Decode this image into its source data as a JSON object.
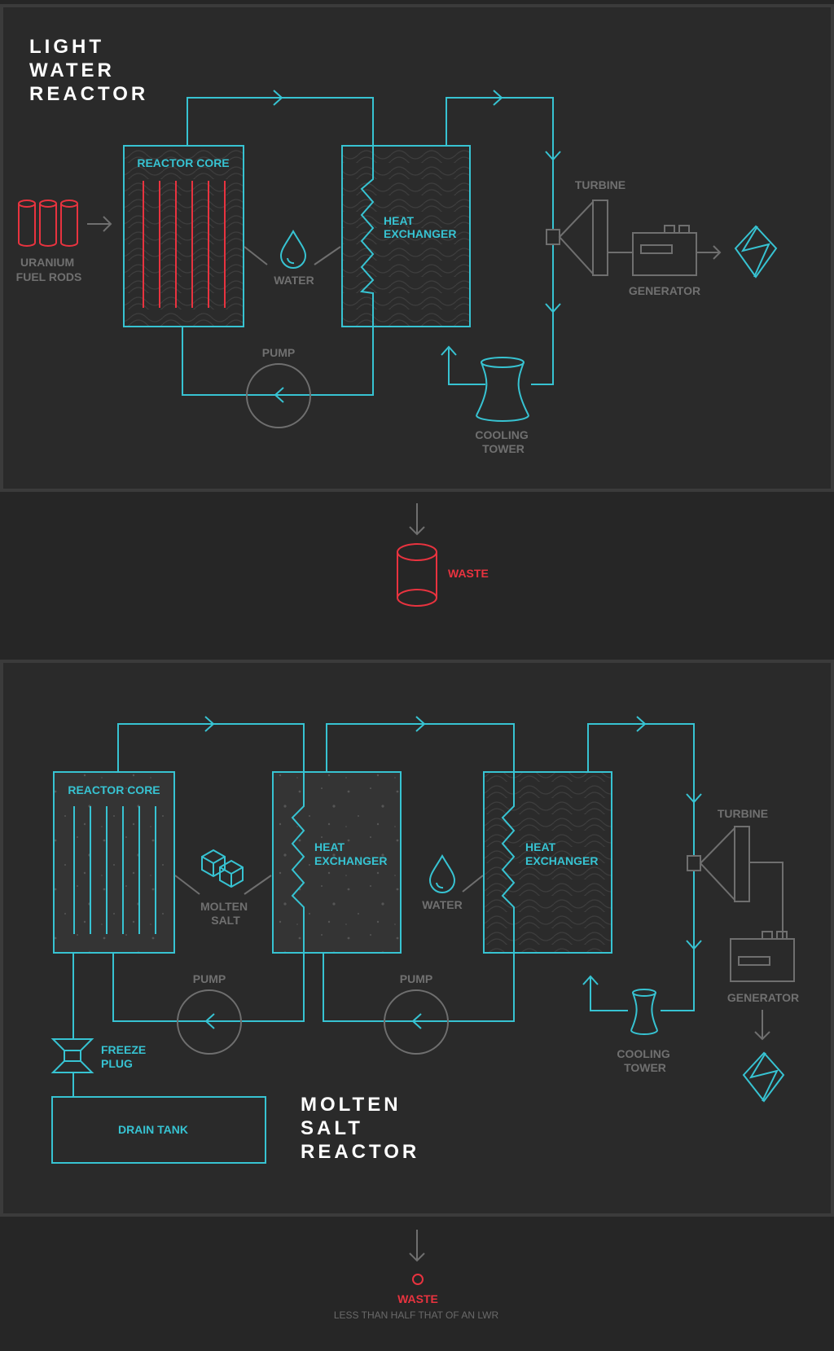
{
  "lwr": {
    "title": [
      "LIGHT",
      "WATER",
      "REACTOR"
    ],
    "fuel_rods": [
      "URANIUM",
      "FUEL RODS"
    ],
    "reactor_core": "REACTOR CORE",
    "water": "WATER",
    "heat_exchanger": [
      "HEAT",
      "EXCHANGER"
    ],
    "turbine": "TURBINE",
    "generator": "GENERATOR",
    "pump": "PUMP",
    "cooling_tower": [
      "COOLING",
      "TOWER"
    ]
  },
  "lwr_waste": {
    "label": "WASTE"
  },
  "msr": {
    "title": [
      "MOLTEN",
      "SALT",
      "REACTOR"
    ],
    "reactor_core": "REACTOR CORE",
    "molten_salt": [
      "MOLTEN",
      "SALT"
    ],
    "heat_exchanger_1": [
      "HEAT",
      "EXCHANGER"
    ],
    "water": "WATER",
    "heat_exchanger_2": [
      "HEAT",
      "EXCHANGER"
    ],
    "turbine": "TURBINE",
    "generator": "GENERATOR",
    "pump_1": "PUMP",
    "pump_2": "PUMP",
    "cooling_tower": [
      "COOLING",
      "TOWER"
    ],
    "freeze_plug": [
      "FREEZE",
      "PLUG"
    ],
    "drain_tank": "DRAIN TANK"
  },
  "msr_waste": {
    "label": "WASTE",
    "note": "LESS THAN HALF THAT OF AN LWR"
  },
  "colors": {
    "accent": "#37c3d2",
    "warning": "#e8333f",
    "muted": "#6f6f6f",
    "background": "#262626"
  }
}
